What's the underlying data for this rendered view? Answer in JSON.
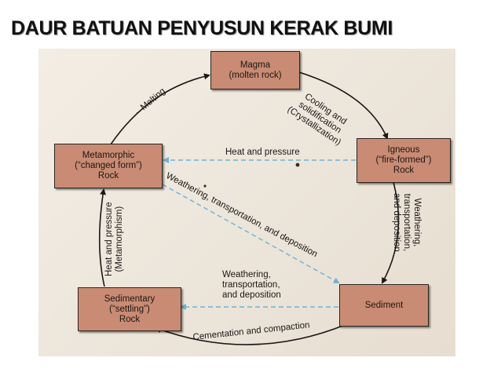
{
  "title": "DAUR BATUAN PENYUSUN KERAK BUMI",
  "nodes": {
    "magma": {
      "line1": "Magma",
      "line2": "(molten rock)"
    },
    "igneous": {
      "line1": "Igneous",
      "line2": "(“fire-formed”)",
      "line3": "Rock"
    },
    "sediment": {
      "line1": "Sediment"
    },
    "sedimentary": {
      "line1": "Sedimentary",
      "line2": "(“settling”)",
      "line3": "Rock"
    },
    "metamorphic": {
      "line1": "Metamorphic",
      "line2": "(“changed form”)",
      "line3": "Rock"
    }
  },
  "processes": {
    "melting": "Melting",
    "cooling": {
      "line1": "Cooling and",
      "line2": "solidification",
      "line3": "(Crystallization)"
    },
    "weathering_right": {
      "line1": "Weathering,",
      "line2": "transportation,",
      "line3": "and deposition"
    },
    "heat_pressure_top": "Heat and pressure",
    "weathering_diagonal": "Weathering, transportation, and deposition",
    "weathering_middle": {
      "line1": "Weathering,",
      "line2": "transportation,",
      "line3": "and deposition"
    },
    "cementation": "Cementation and compaction",
    "heat_pressure_left": {
      "line1": "Heat and pressure",
      "line2": "(Metamorphism)"
    }
  },
  "colors": {
    "box_fill": "#c98b73",
    "solid_arrow": "#1c1714",
    "dashed_arrow": "#6fb2d6"
  }
}
